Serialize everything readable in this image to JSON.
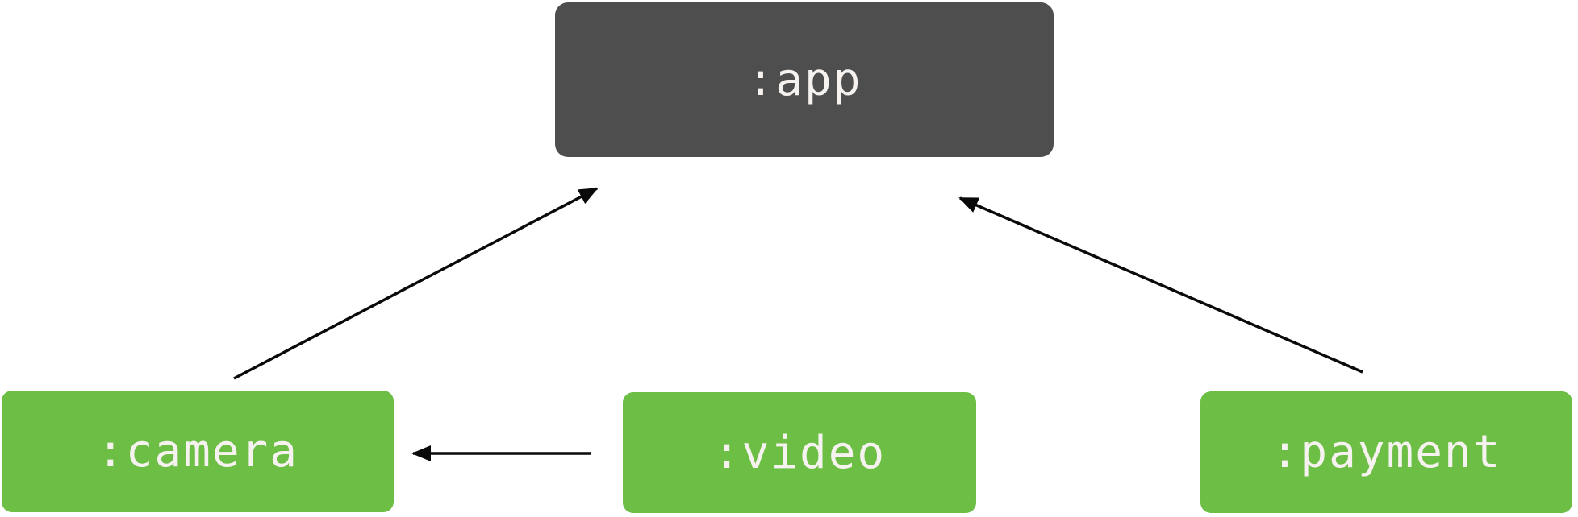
{
  "diagram": {
    "type": "module-dependency-graph",
    "background_color": "#ffffff",
    "arrow_color": "#0a0a0a",
    "nodes": [
      {
        "id": "app",
        "label": ":app",
        "fill_color": "#4e4e4e",
        "text_color": "#f6f2f0",
        "position": "top-center"
      },
      {
        "id": "camera",
        "label": ":camera",
        "fill_color": "#6cbe45",
        "text_color": "#f6f2f0",
        "position": "bottom-left"
      },
      {
        "id": "video",
        "label": ":video",
        "fill_color": "#6cbe45",
        "text_color": "#f6f2f0",
        "position": "bottom-center"
      },
      {
        "id": "payment",
        "label": ":payment",
        "fill_color": "#6cbe45",
        "text_color": "#f6f2f0",
        "position": "bottom-right"
      }
    ],
    "edges": [
      {
        "from": ":camera",
        "to": ":app"
      },
      {
        "from": ":payment",
        "to": ":app"
      },
      {
        "from": ":video",
        "to": ":camera"
      }
    ]
  }
}
